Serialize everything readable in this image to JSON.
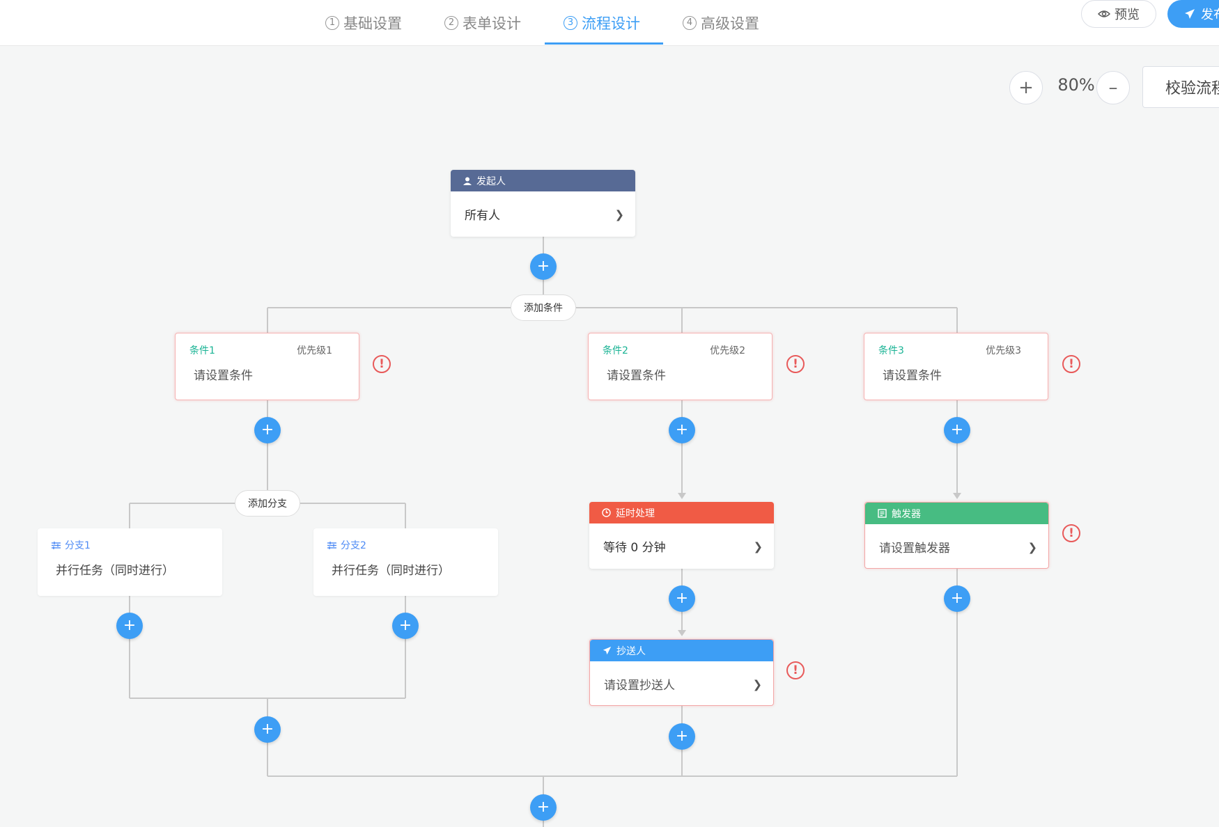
{
  "header": {
    "steps": [
      {
        "num": "1",
        "label": "基础设置"
      },
      {
        "num": "2",
        "label": "表单设计"
      },
      {
        "num": "3",
        "label": "流程设计"
      },
      {
        "num": "4",
        "label": "高级设置"
      }
    ],
    "active_step": 3,
    "preview_label": "预览",
    "publish_label": "发布"
  },
  "zoom": {
    "plus": "+",
    "level": "80%",
    "minus": "–",
    "validate_label": "校验流程"
  },
  "flow": {
    "starter": {
      "title": "发起人",
      "body": "所有人"
    },
    "add_condition": "添加条件",
    "conditions": [
      {
        "title": "条件1",
        "priority": "优先级1",
        "text": "请设置条件"
      },
      {
        "title": "条件2",
        "priority": "优先级2",
        "text": "请设置条件"
      },
      {
        "title": "条件3",
        "priority": "优先级3",
        "text": "请设置条件"
      }
    ],
    "add_branch": "添加分支",
    "branches": [
      {
        "title": "分支1",
        "text": "并行任务（同时进行）"
      },
      {
        "title": "分支2",
        "text": "并行任务（同时进行）"
      }
    ],
    "delay": {
      "title": "延时处理",
      "body": "等待 0 分钟"
    },
    "cc": {
      "title": "抄送人",
      "body": "请设置抄送人"
    },
    "trigger": {
      "title": "触发器",
      "body": "请设置触发器"
    },
    "plus_symbol": "+",
    "error_symbol": "!"
  },
  "colors": {
    "accent": "#3d9ef5",
    "starter_head": "#576a95",
    "delay_head": "#f05b45",
    "cc_head": "#3d9ef5",
    "trigger_head": "#47bc82",
    "condition_title": "#19b394",
    "error": "#e85a5a"
  }
}
